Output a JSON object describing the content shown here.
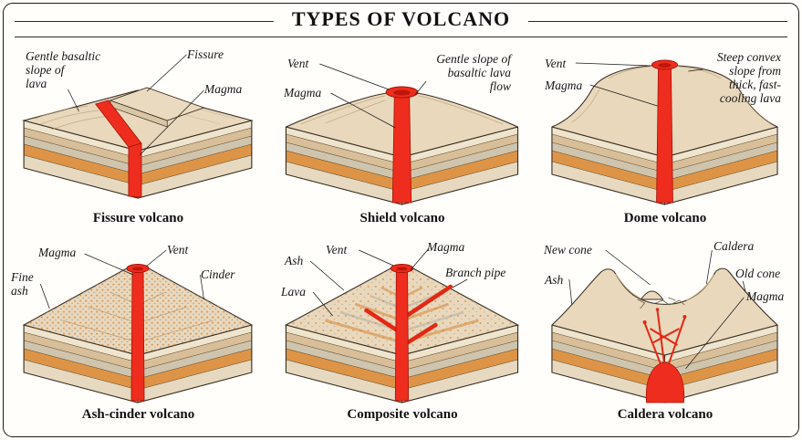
{
  "title": "TYPES OF VOLCANO",
  "panels": [
    {
      "caption": "Fissure volcano",
      "labels": {
        "slope": "Gentle basaltic\nslope of\nlava",
        "fissure": "Fissure",
        "magma": "Magma"
      }
    },
    {
      "caption": "Shield volcano",
      "labels": {
        "vent": "Vent",
        "magma": "Magma",
        "slope": "Gentle slope of\nbasaltic lava\nflow"
      }
    },
    {
      "caption": "Dome volcano",
      "labels": {
        "vent": "Vent",
        "magma": "Magma",
        "slope": "Steep convex\nslope from\nthick, fast-\ncooling lava"
      }
    },
    {
      "caption": "Ash-cinder volcano",
      "labels": {
        "magma": "Magma",
        "vent": "Vent",
        "fine_ash": "Fine\nash",
        "cinder": "Cinder"
      }
    },
    {
      "caption": "Composite volcano",
      "labels": {
        "ash": "Ash",
        "vent": "Vent",
        "magma": "Magma",
        "branch_pipe": "Branch pipe",
        "lava": "Lava"
      }
    },
    {
      "caption": "Caldera volcano",
      "labels": {
        "new_cone": "New cone",
        "caldera": "Caldera",
        "ash": "Ash",
        "old_cone": "Old cone",
        "magma": "Magma"
      }
    }
  ],
  "colors": {
    "magma_red": "#ee2d1e",
    "magma_dark": "#a31408",
    "surface_beige": "#e9d8bc",
    "orange_layer": "#de9446",
    "tan_layer": "#d8bf99",
    "cream_layer": "#efe5cf",
    "outline": "#3a2f22",
    "background": "#ffffff"
  }
}
